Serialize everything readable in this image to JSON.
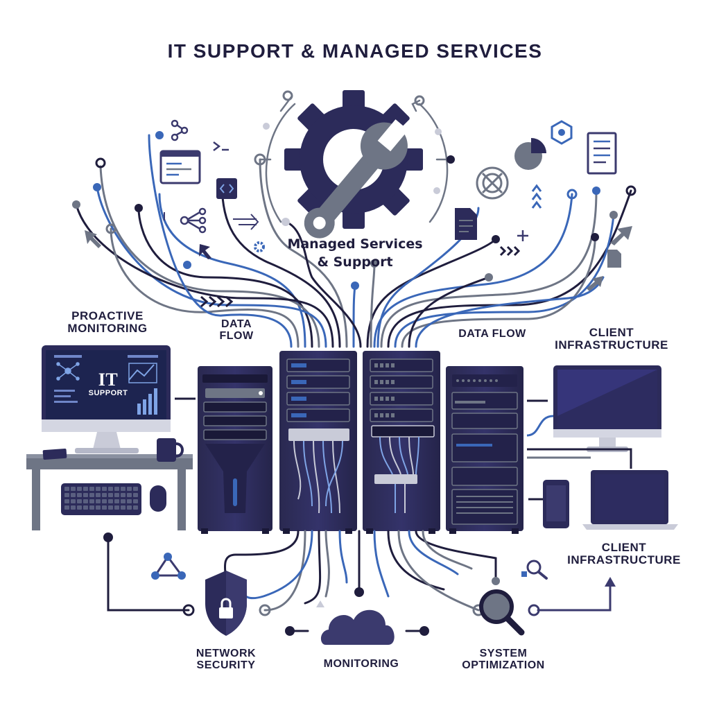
{
  "title": "IT SUPPORT & MANAGED SERVICES",
  "center": {
    "line1": "Managed Services",
    "line2": "& Support"
  },
  "labels": {
    "proactive_monitoring": [
      "PROACTIVE",
      "MONITORING"
    ],
    "data_flow_left": [
      "DATA",
      "FLOW"
    ],
    "data_flow_right": "DATA FLOW",
    "client_infrastructure_top": [
      "CLIENT",
      "INFRASTRUCTURE"
    ],
    "client_infrastructure_bottom": [
      "CLIENT",
      "INFRASTRUCTURE"
    ],
    "network_security": [
      "NETWORK",
      "SECURITY"
    ],
    "monitoring": "MONITORING",
    "system_optimization": [
      "SYSTEM",
      "OPTIMIZATION"
    ]
  },
  "monitor_screen": {
    "line1": "IT",
    "line2": "SUPPORT"
  },
  "colors": {
    "navy": "#1f1d3d",
    "indigo": "#3b3a6e",
    "blue": "#3a67b8",
    "gray": "#6e7585",
    "light": "#c9cbd8"
  },
  "icons": [
    "gear-icon",
    "wrench-icon",
    "shield-lock-icon",
    "cloud-icon",
    "magnifier-icon",
    "server-rack-icon",
    "monitor-icon",
    "laptop-icon",
    "smartphone-icon",
    "document-icon",
    "pie-chart-icon",
    "code-icon",
    "network-icon",
    "arrow-icon"
  ]
}
